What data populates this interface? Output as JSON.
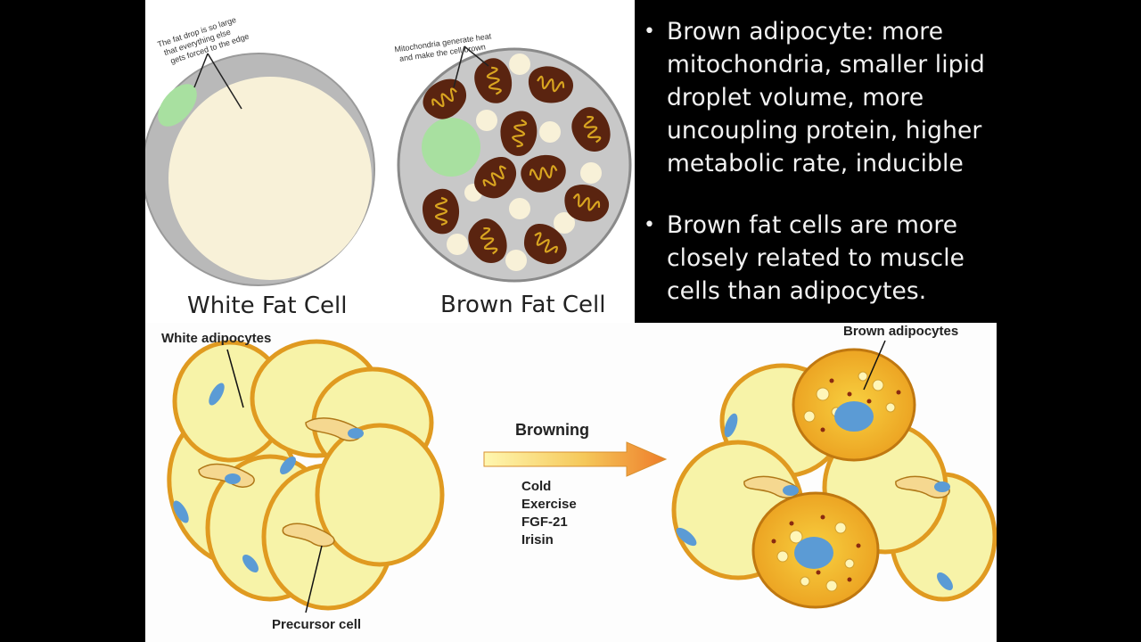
{
  "top_figure": {
    "white_cell_label": "White Fat Cell",
    "brown_cell_label": "Brown Fat Cell",
    "white_annotation": [
      "The fat drop is so large",
      "that everything else",
      "gets forced to the edge"
    ],
    "brown_annotation": [
      "Mitochondria generate heat",
      "and make the cell brown"
    ]
  },
  "bullets": [
    {
      "lines": [
        "Brown adipocyte: more",
        "mitochondria, smaller lipid",
        "droplet volume, more",
        "uncoupling protein, higher",
        "metabolic rate, inducible"
      ]
    },
    {
      "lines": [
        "Brown fat cells are more",
        "closely related to muscle",
        "cells than adipocytes."
      ]
    }
  ],
  "bottom_figure": {
    "white_adipocytes_label": "White adipocytes",
    "precursor_label": "Precursor cell",
    "brown_adipocytes_label": "Brown adipocytes",
    "browning_label": "Browning",
    "factors": [
      "Cold",
      "Exercise",
      "FGF-21",
      "Irisin"
    ]
  },
  "colors": {
    "background": "#000000",
    "fat_droplet": "#f8f1d8",
    "cytoplasm_gray": "#c8c8c8",
    "nucleus_green": "#a8e0a0",
    "mitochondria": "#5a2410",
    "cristae": "#d9a520",
    "adipocyte_yellow": "#f7f3a8",
    "adipocyte_rim": "#e8a628",
    "nucleus_blue": "#5b9bd5",
    "arrow_start": "#fff7b0",
    "arrow_end": "#ee7d2a"
  }
}
